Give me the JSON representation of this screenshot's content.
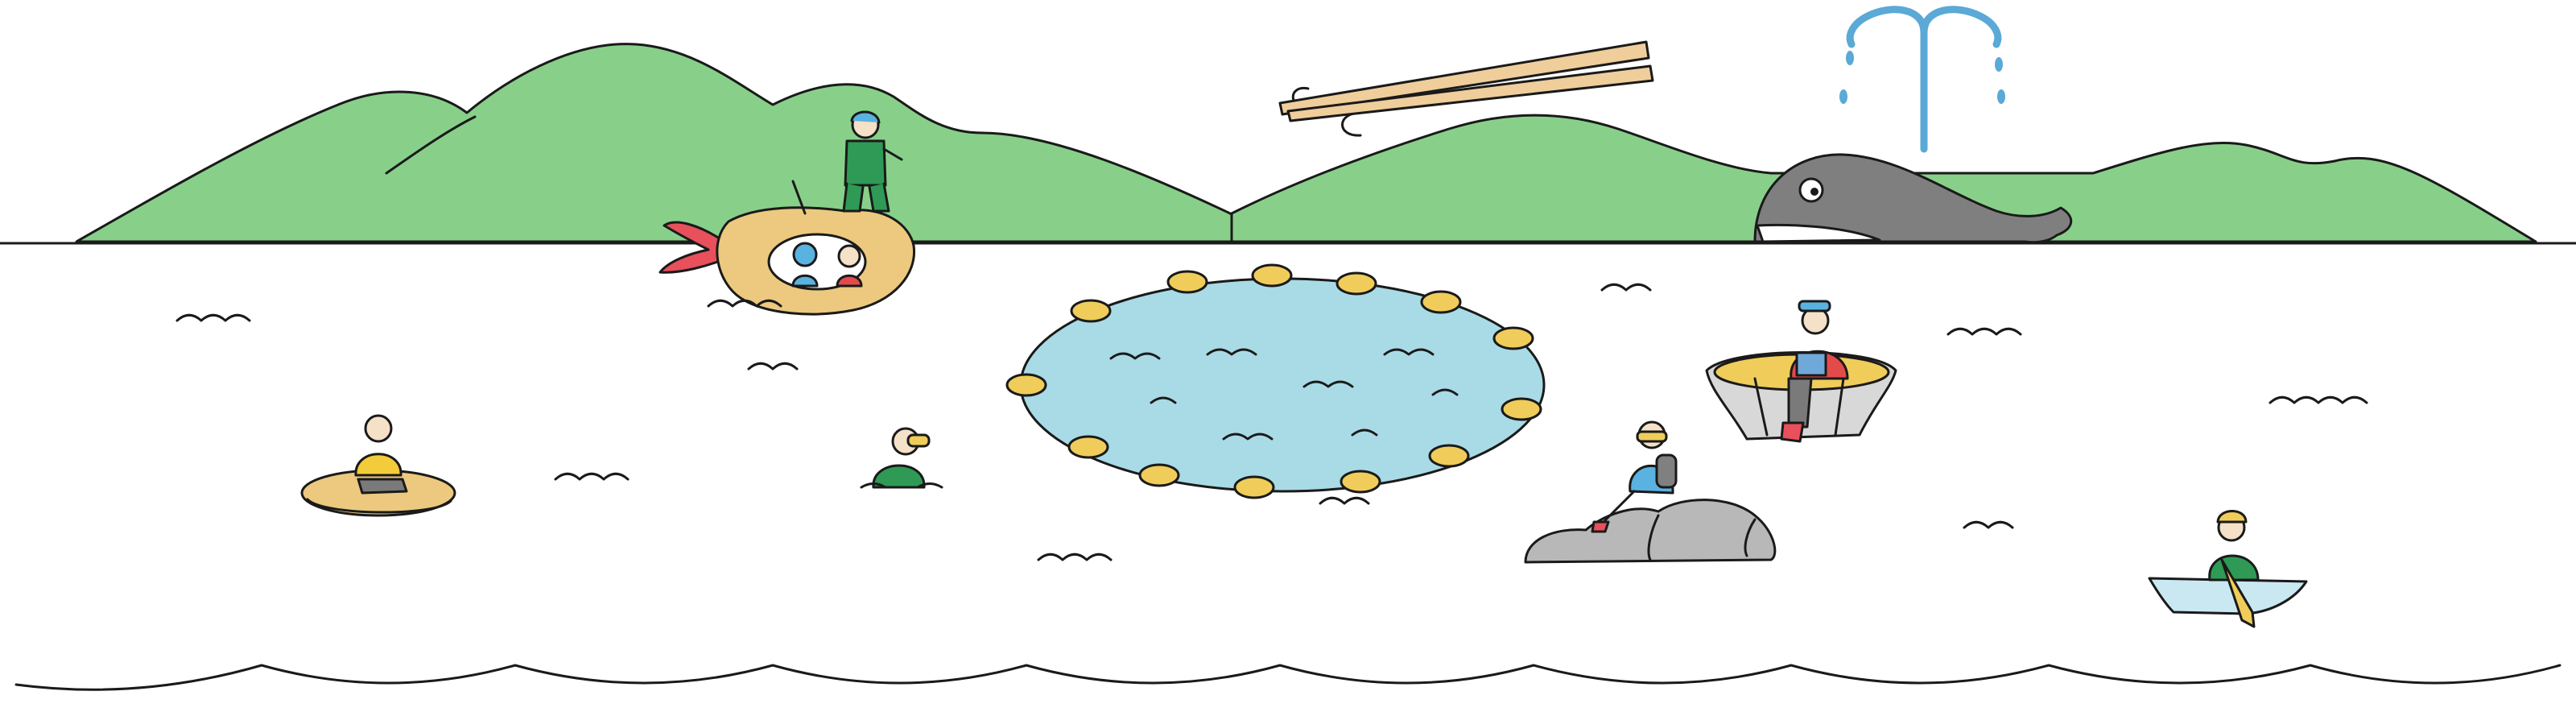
{
  "colors": {
    "mountain": "#88d08a",
    "water_pool": "#a8dbe6",
    "buoy": "#f0cd5a",
    "raft": "#ecc97e",
    "whale": "#7f7f7f",
    "rock": "#b8b8b8",
    "fountain": "#5aa9d6",
    "chopsticks": "#efce9c",
    "flame": "#e8505b",
    "tub": "#d8d8d8",
    "rowboat": "#c9e8f2",
    "shirt_green": "#2e9a55",
    "shirt_red": "#e34b4b",
    "shirt_yellow": "#f2cc3a",
    "shirt_blue": "#5ab2e0",
    "ink": "#1a1a1a"
  },
  "scene": {
    "characters": [
      "person-pointing-on-tempura-boat",
      "couple-in-tempura-ring",
      "person-on-round-raft",
      "snorkel-swimmer",
      "person-sitting-on-rocks",
      "person-reading-in-tub-boat",
      "person-rowing-boat"
    ],
    "objects": [
      "mountains",
      "chopsticks",
      "whale-with-water-spout",
      "buoy-ring-pool",
      "rocks",
      "sea-waves"
    ]
  }
}
